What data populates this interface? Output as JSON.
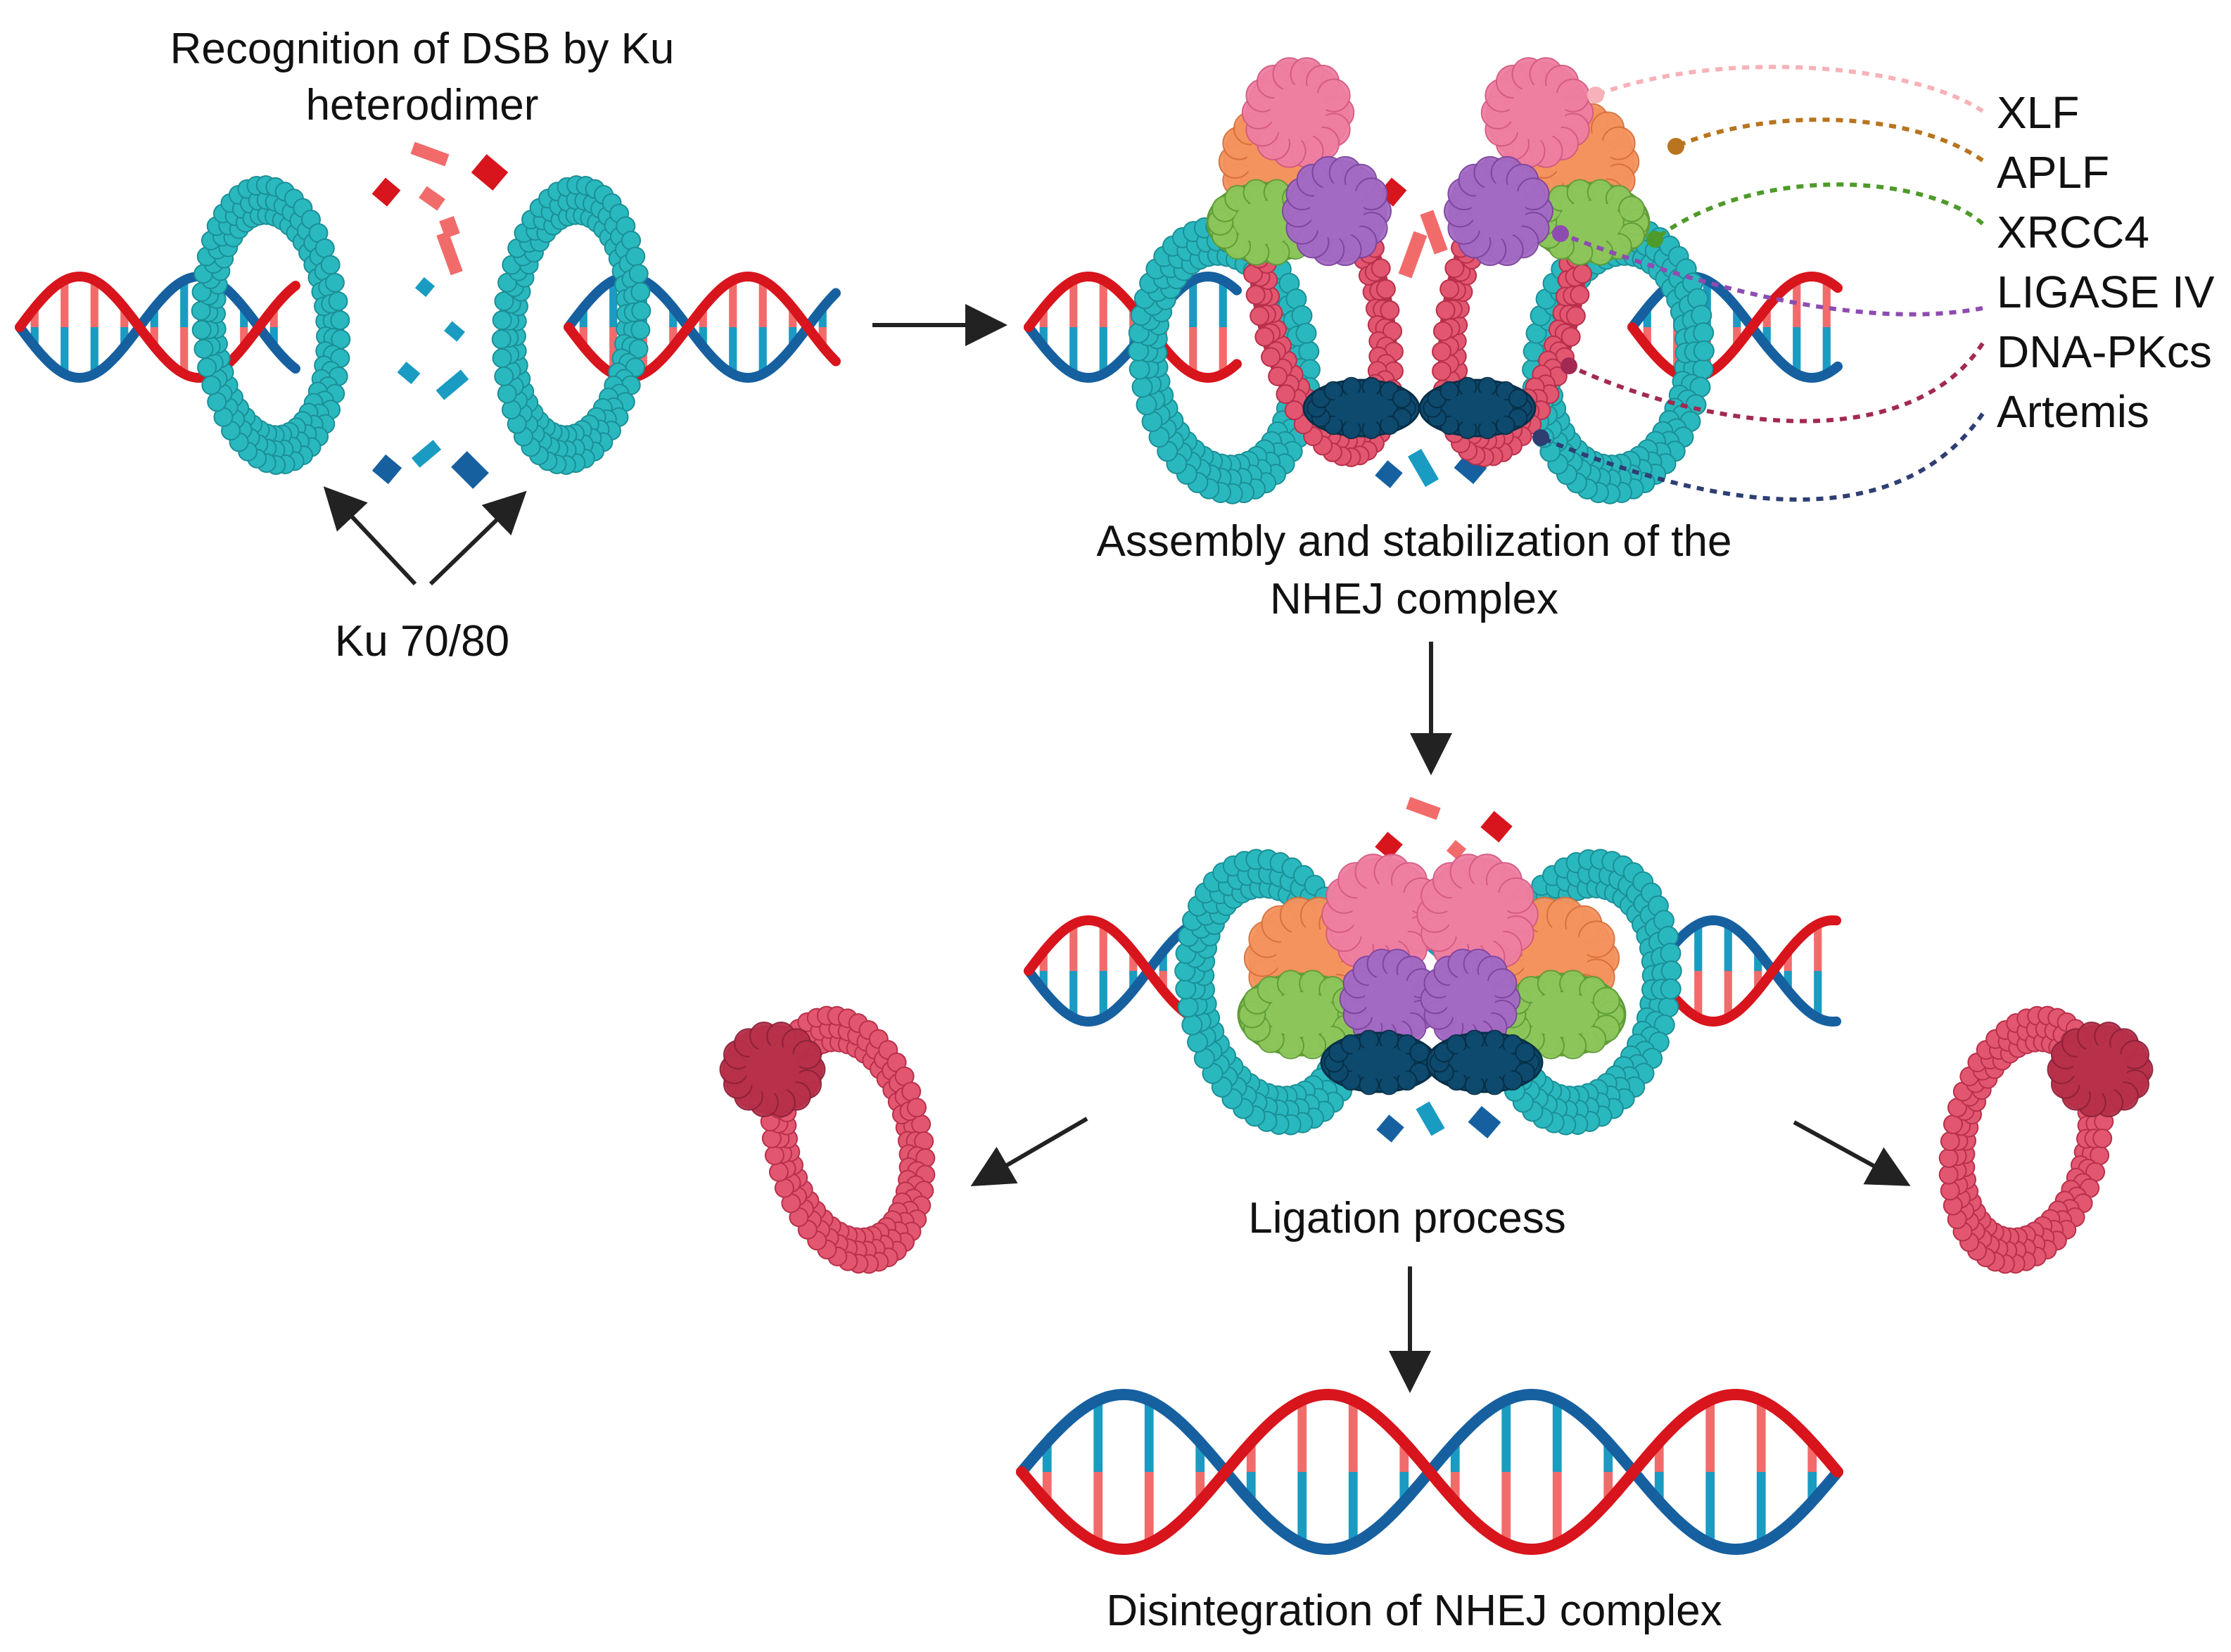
{
  "colors": {
    "strand_red": "#d8141c",
    "strand_blue": "#1660a0",
    "rung_red": "#f26b6b",
    "rung_blue": "#1a9bc2",
    "ku": "#2ab8bf",
    "ku_dark": "#1b8f96",
    "dnapkcs": "#e35670",
    "dnapkcs_dark": "#b8304a",
    "xlf": "#ef7fa1",
    "aplf": "#f4935e",
    "xrcc4": "#8cc65a",
    "ligase": "#a36ac4",
    "artemis": "#0d4a6e",
    "arrow_black": "#222222",
    "lead_xlf": "#f6b2b8",
    "lead_aplf": "#b8741e",
    "lead_xrcc4": "#4e9a2a",
    "lead_ligase": "#8e4cb0",
    "lead_dnapkcs": "#a22a52",
    "lead_artemis": "#2e3e72"
  },
  "labels": {
    "step1_title_line1": "Recognition of DSB by Ku",
    "step1_title_line2": "heterodimer",
    "ku_label": "Ku 70/80",
    "step2_title_line1": "Assembly and stabilization of the",
    "step2_title_line2": "NHEJ complex",
    "step3_title": "Ligation process",
    "step4_title": "Disintegration of NHEJ complex"
  },
  "legend": [
    {
      "name": "XLF",
      "color": "#f6b2b8"
    },
    {
      "name": "APLF",
      "color": "#b8741e"
    },
    {
      "name": "XRCC4",
      "color": "#4e9a2a"
    },
    {
      "name": "LIGASE IV",
      "color": "#8e4cb0"
    },
    {
      "name": "DNA-PKcs",
      "color": "#a22a52"
    },
    {
      "name": "Artemis",
      "color": "#2e3e72"
    }
  ]
}
